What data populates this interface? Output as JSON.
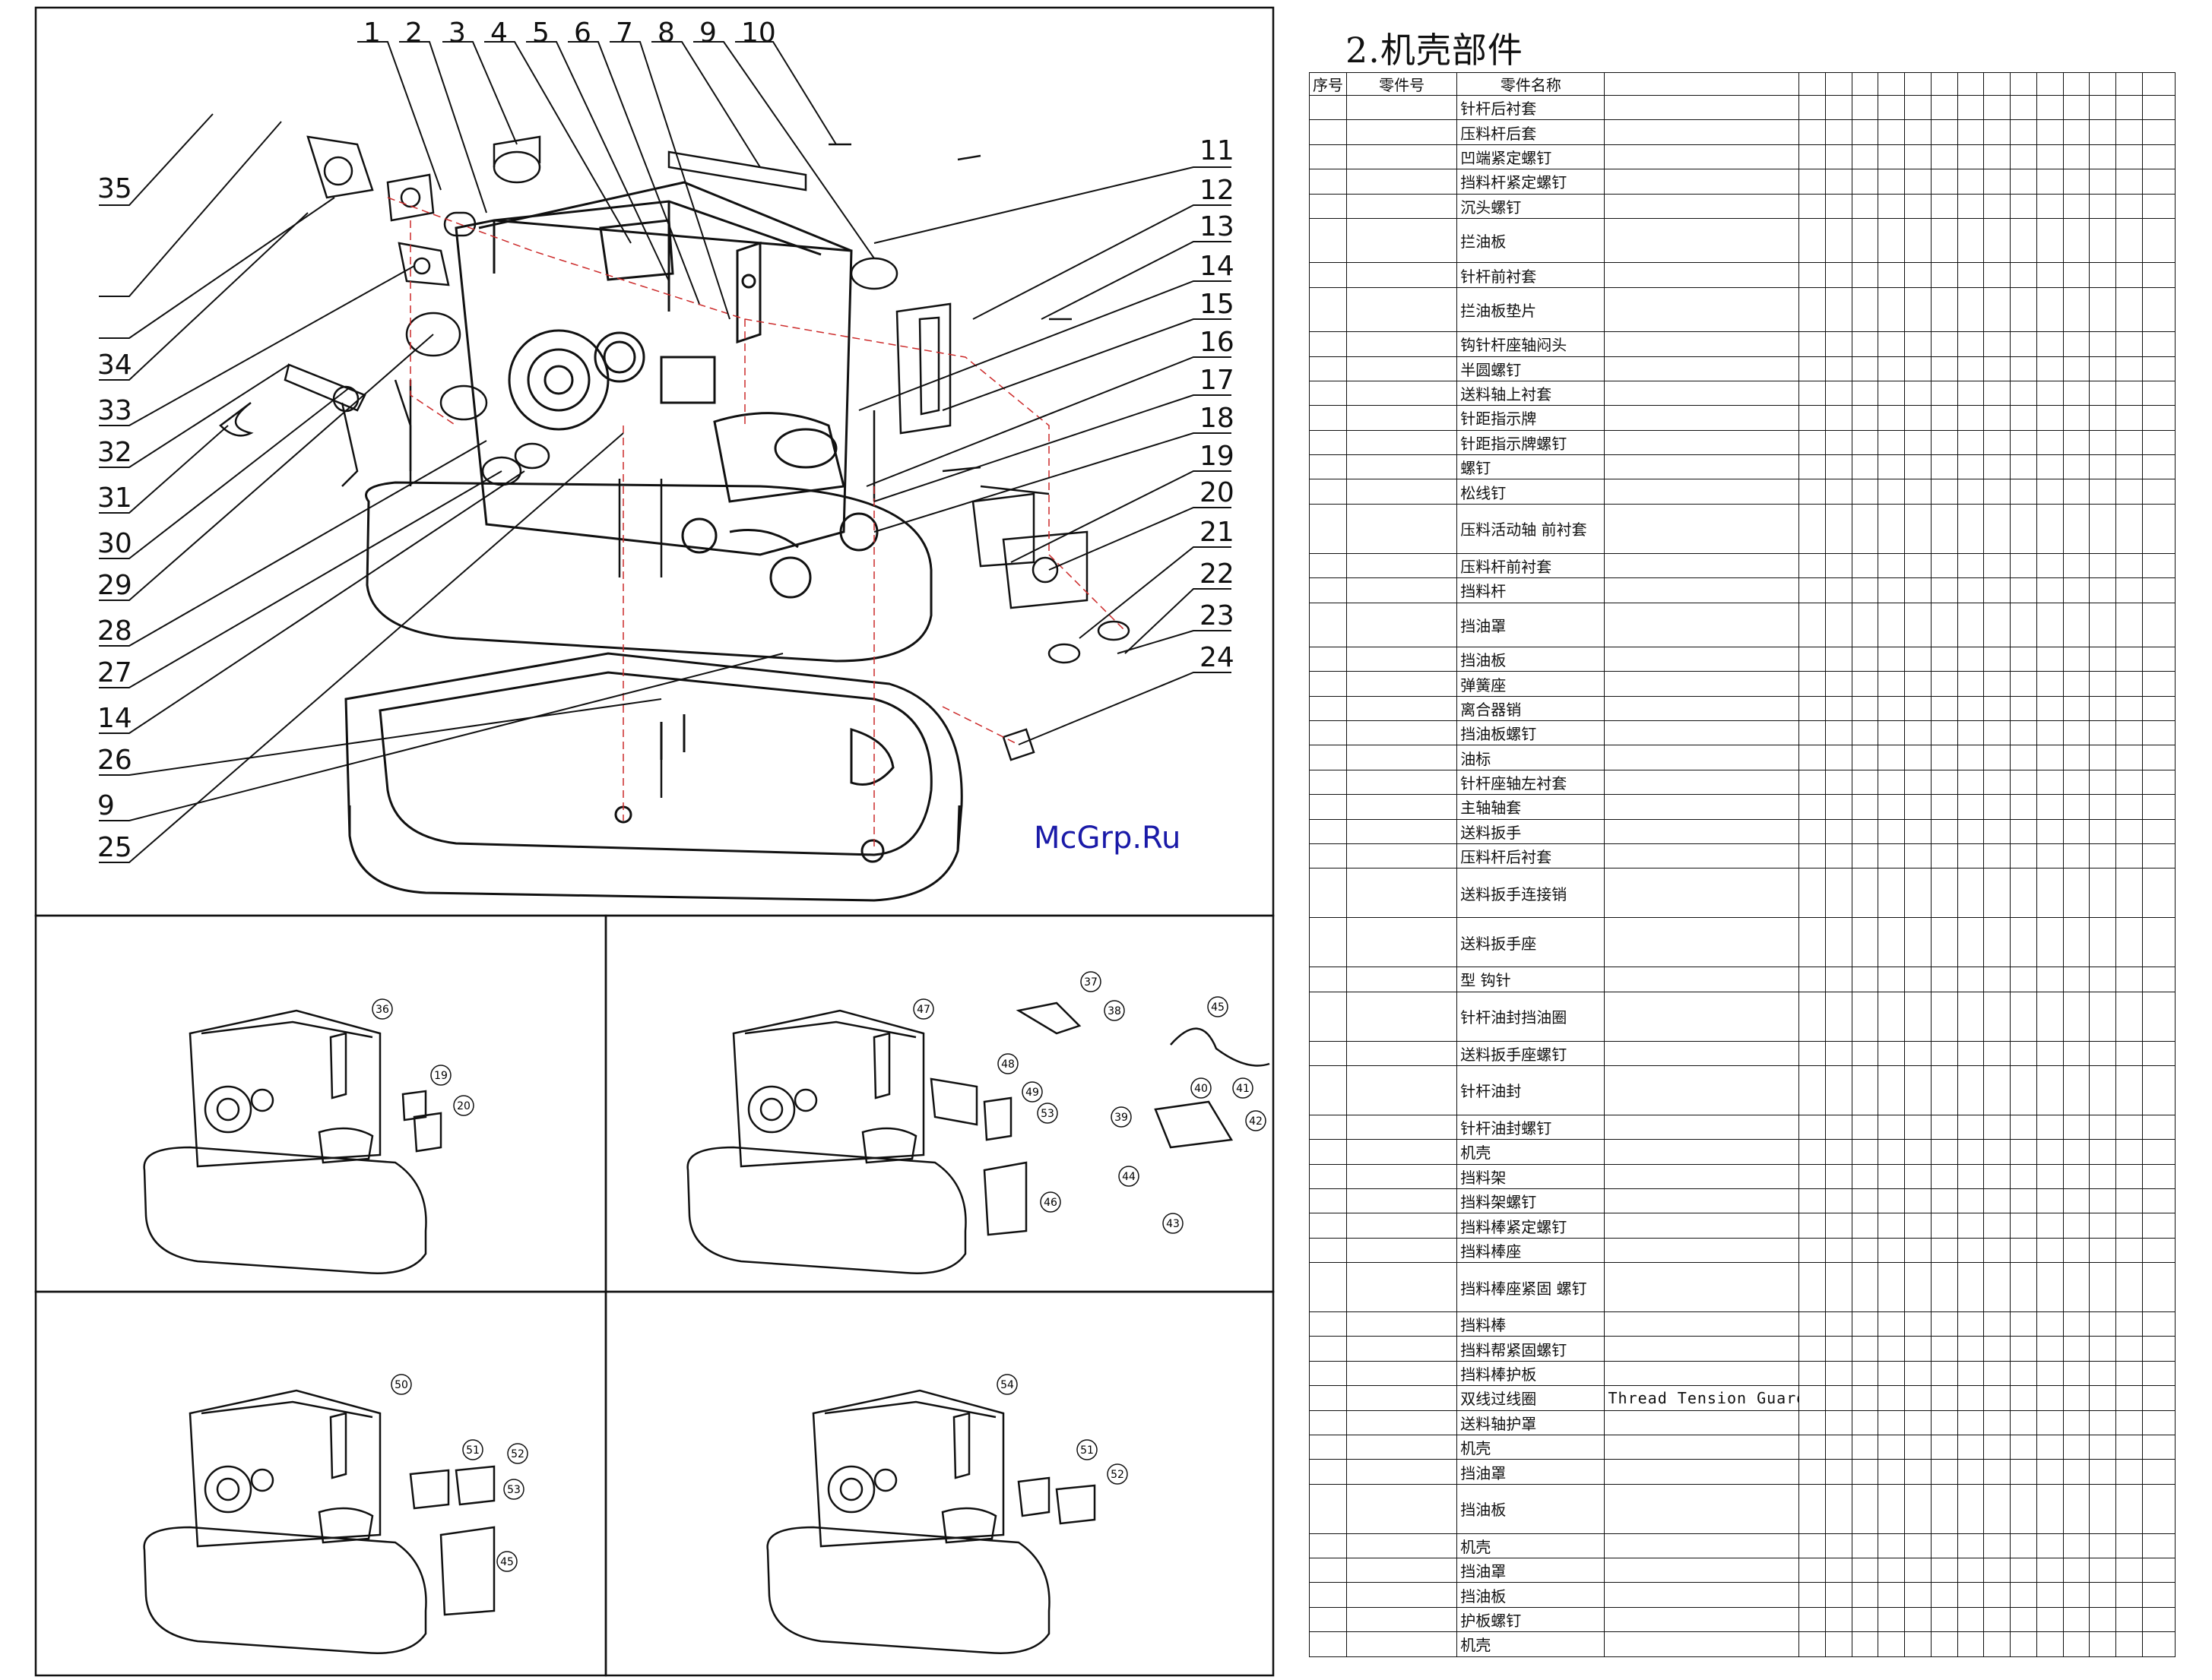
{
  "title": "2.机壳部件",
  "watermark": "McGrp.Ru",
  "table": {
    "headers": [
      "序号",
      "零件号",
      "零件名称"
    ],
    "rows": [
      {
        "name": "针杆后衬套",
        "en": ""
      },
      {
        "name": "压料杆后套",
        "en": ""
      },
      {
        "name": "凹端紧定螺钉",
        "en": ""
      },
      {
        "name": "挡料杆紧定螺钉",
        "en": ""
      },
      {
        "name": "沉头螺钉",
        "en": ""
      },
      {
        "name": "拦油板",
        "en": ""
      },
      {
        "name": "针杆前衬套",
        "en": ""
      },
      {
        "name": "拦油板垫片",
        "en": ""
      },
      {
        "name": "钩针杆座轴闷头",
        "en": ""
      },
      {
        "name": "半圆螺钉",
        "en": ""
      },
      {
        "name": "送料轴上衬套",
        "en": ""
      },
      {
        "name": "针距指示牌",
        "en": ""
      },
      {
        "name": "针距指示牌螺钉",
        "en": ""
      },
      {
        "name": "螺钉",
        "en": ""
      },
      {
        "name": "松线钉",
        "en": ""
      },
      {
        "name": "压料活动轴 前衬套",
        "en": ""
      },
      {
        "name": "压料杆前衬套",
        "en": ""
      },
      {
        "name": "挡料杆",
        "en": ""
      },
      {
        "name": "挡油罩",
        "en": ""
      },
      {
        "name": "挡油板",
        "en": ""
      },
      {
        "name": "弹簧座",
        "en": ""
      },
      {
        "name": "离合器销",
        "en": ""
      },
      {
        "name": "挡油板螺钉",
        "en": ""
      },
      {
        "name": "油标",
        "en": ""
      },
      {
        "name": "针杆座轴左衬套",
        "en": ""
      },
      {
        "name": "主轴轴套",
        "en": ""
      },
      {
        "name": "送料扳手",
        "en": ""
      },
      {
        "name": "压料杆后衬套",
        "en": ""
      },
      {
        "name": "送料扳手连接销",
        "en": ""
      },
      {
        "name": "送料扳手座",
        "en": ""
      },
      {
        "name": "型 钩针",
        "en": ""
      },
      {
        "name": "针杆油封挡油圈",
        "en": ""
      },
      {
        "name": "送料扳手座螺钉",
        "en": ""
      },
      {
        "name": "针杆油封",
        "en": ""
      },
      {
        "name": "针杆油封螺钉",
        "en": ""
      },
      {
        "name": "机壳",
        "en": ""
      },
      {
        "name": "挡料架",
        "en": ""
      },
      {
        "name": "挡料架螺钉",
        "en": ""
      },
      {
        "name": "挡料棒紧定螺钉",
        "en": ""
      },
      {
        "name": "挡料棒座",
        "en": ""
      },
      {
        "name": "挡料棒座紧固 螺钉",
        "en": ""
      },
      {
        "name": "挡料棒",
        "en": ""
      },
      {
        "name": "挡料帮紧固螺钉",
        "en": ""
      },
      {
        "name": "挡料棒护板",
        "en": ""
      },
      {
        "name": "双线过线圈",
        "en": "Thread Tension Guard"
      },
      {
        "name": "送料轴护罩",
        "en": ""
      },
      {
        "name": "机壳",
        "en": ""
      },
      {
        "name": "挡油罩",
        "en": ""
      },
      {
        "name": "挡油板",
        "en": ""
      },
      {
        "name": "机壳",
        "en": ""
      },
      {
        "name": "挡油罩",
        "en": ""
      },
      {
        "name": "挡油板",
        "en": ""
      },
      {
        "name": "护板螺钉",
        "en": ""
      },
      {
        "name": "机壳",
        "en": ""
      }
    ]
  },
  "callouts_main": [
    "1",
    "2",
    "3",
    "4",
    "5",
    "6",
    "7",
    "8",
    "9",
    "10",
    "11",
    "12",
    "13",
    "14",
    "15",
    "16",
    "17",
    "18",
    "19",
    "20",
    "21",
    "22",
    "23",
    "24",
    "25",
    "9",
    "26",
    "14",
    "27",
    "28",
    "29",
    "30",
    "31",
    "32",
    "33",
    "34",
    "35"
  ],
  "callouts_sub": [
    "36",
    "19",
    "20",
    "47",
    "37",
    "38",
    "45",
    "48",
    "49",
    "53",
    "40",
    "41",
    "39",
    "42",
    "44",
    "43",
    "46",
    "50",
    "51",
    "52",
    "53",
    "45",
    "54",
    "51",
    "52"
  ]
}
